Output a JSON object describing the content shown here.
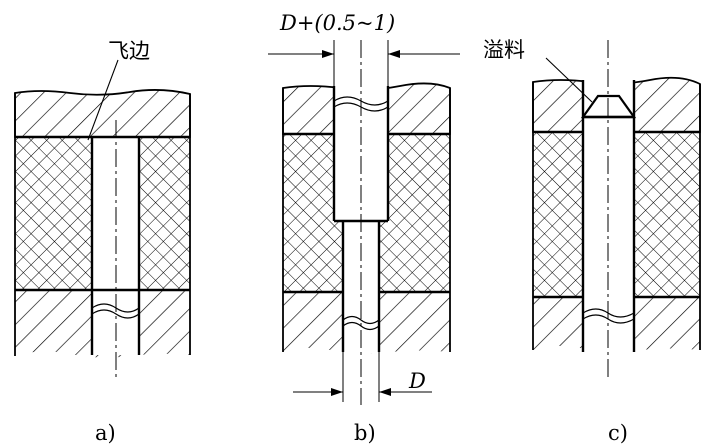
{
  "labels": {
    "flash": "飞边",
    "overflow": "溢料",
    "dim_top": "D+(0.5~1)",
    "dim_bottom": "D",
    "panel_a": "a)",
    "panel_b": "b)",
    "panel_c": "c)"
  },
  "colors": {
    "ink": "#000000",
    "paper": "#ffffff"
  }
}
